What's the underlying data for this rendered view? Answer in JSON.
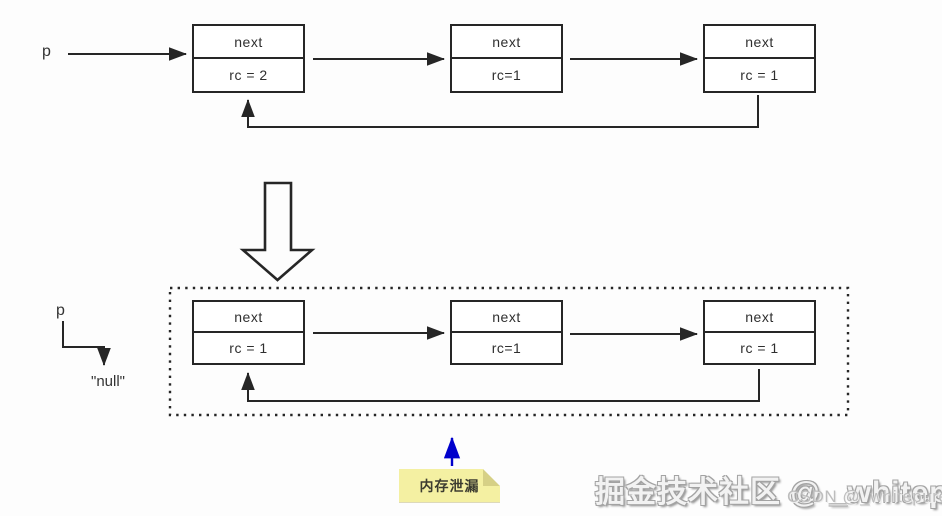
{
  "diagram": {
    "colors": {
      "line": "#262626",
      "accent_blue": "#0000cc",
      "note_bg": "#f4f0a2",
      "note_fold": "#d6d086"
    },
    "top": {
      "pointer_label": "p",
      "nodes": [
        {
          "field": "next",
          "rc": "rc = 2"
        },
        {
          "field": "next",
          "rc": "rc=1"
        },
        {
          "field": "next",
          "rc": "rc = 1"
        }
      ]
    },
    "bottom": {
      "pointer_label": "p",
      "null_label": "\"null\"",
      "nodes": [
        {
          "field": "next",
          "rc": "rc = 1"
        },
        {
          "field": "next",
          "rc": "rc=1"
        },
        {
          "field": "next",
          "rc": "rc = 1"
        }
      ]
    },
    "note": {
      "text": "内存泄漏"
    }
  },
  "watermark": {
    "primary": "掘金技术社区 @ _whitepure",
    "secondary": "CSDN @_whitepure"
  }
}
